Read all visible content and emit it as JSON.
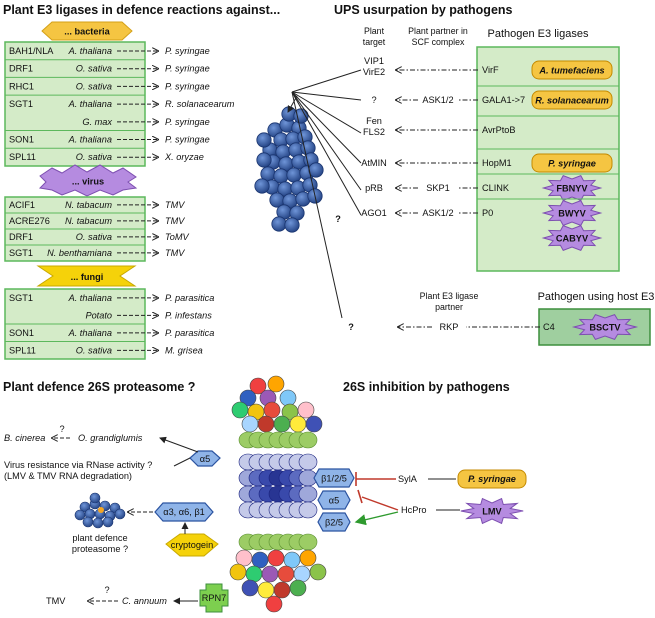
{
  "colors": {
    "green_box": "#d4ebc8",
    "green_border": "#5cb85c",
    "bacteria_fill": "#f5c542",
    "virus_fill": "#b58be0",
    "fungi_fill": "#f5d20a",
    "proteasome_blue": "#2b53a0",
    "inhibit_red": "#c0392b",
    "activate_green": "#2e9a2e"
  },
  "left_panel": {
    "title": "Plant E3 ligases in defence reactions against...",
    "bacteria_label": "... bacteria",
    "virus_label": "... virus",
    "fungi_label": "... fungi",
    "bacteria_rows": [
      {
        "ligase": "BAH1/NLA",
        "plant": "A. thaliana",
        "pathogen": "P. syringae"
      },
      {
        "ligase": "DRF1",
        "plant": "O. sativa",
        "pathogen": "P. syringae"
      },
      {
        "ligase": "RHC1",
        "plant": "O. sativa",
        "pathogen": "P. syringae"
      },
      {
        "ligase": "SGT1",
        "plant": "A. thaliana",
        "pathogen": "R. solanacearum"
      },
      {
        "ligase": "",
        "plant": "G. max",
        "pathogen": "P. syringae"
      },
      {
        "ligase": "SON1",
        "plant": "A. thaliana",
        "pathogen": "P. syringae"
      },
      {
        "ligase": "SPL11",
        "plant": "O. sativa",
        "pathogen": "X. oryzae"
      }
    ],
    "virus_rows": [
      {
        "ligase": "ACIF1",
        "plant": "N. tabacum",
        "pathogen": "TMV"
      },
      {
        "ligase": "ACRE276",
        "plant": "N. tabacum",
        "pathogen": "TMV"
      },
      {
        "ligase": "DRF1",
        "plant": "O. sativa",
        "pathogen": "ToMV"
      },
      {
        "ligase": "SGT1",
        "plant": "N. benthamiana",
        "pathogen": "TMV"
      }
    ],
    "fungi_rows": [
      {
        "ligase": "SGT1",
        "plant": "A. thaliana",
        "pathogen": "P. parasitica"
      },
      {
        "ligase": "",
        "plant": "Potato",
        "pathogen": "P. infestans"
      },
      {
        "ligase": "SON1",
        "plant": "A. thaliana",
        "pathogen": "P. parasitica"
      },
      {
        "ligase": "SPL11",
        "plant": "O. sativa",
        "pathogen": "M. grisea"
      }
    ]
  },
  "right_panel": {
    "title": "UPS usurpation by pathogens",
    "col_plant_target": [
      "Plant",
      "target"
    ],
    "col_scf": [
      "Plant partner in",
      "SCF complex"
    ],
    "col_pathogen_e3": "Pathogen E3 ligases",
    "rows": [
      {
        "target": [
          "VIP1",
          "VirE2"
        ],
        "partner": "",
        "e3": "VirF",
        "pathogen": "A. tumefaciens"
      },
      {
        "target": [
          "?"
        ],
        "partner": "ASK1/2",
        "e3": "GALA1->7",
        "pathogen": "R. solanacearum"
      },
      {
        "target": [
          "Fen",
          "FLS2"
        ],
        "partner": "",
        "e3": "AvrPtoB",
        "pathogen": ""
      },
      {
        "target": [
          "AtMIN"
        ],
        "partner": "",
        "e3": "HopM1",
        "pathogen": "P. syringae"
      },
      {
        "target": [
          "pRB"
        ],
        "partner": "SKP1",
        "e3": "CLINK",
        "pathogen": "FBNYV"
      },
      {
        "target": [
          "AGO1"
        ],
        "partner": "ASK1/2",
        "e3": "P0",
        "pathogen": "BWYV"
      },
      {
        "target": [
          ""
        ],
        "partner": "",
        "e3": "",
        "pathogen": "CABYV"
      }
    ],
    "question_mark": "?",
    "host_e3_partner": [
      "Plant E3 ligase",
      "partner"
    ],
    "host_e3_title": "Pathogen using host E3",
    "host_e3_row": {
      "target": "?",
      "partner": "RKP",
      "e3": "C4",
      "pathogen": "BSCTV"
    }
  },
  "bottom_left": {
    "title": "Plant defence 26S proteasome ?",
    "bcinerea": "B. cinerea",
    "ograndiglumis": "O. grandiglumis",
    "q1": "?",
    "alpha5": "α5",
    "virus_resistance": "Virus resistance via RNase activity ?",
    "virus_resistance_sub": "(LMV & TMV RNA degradation)",
    "subunits": "α3, α6, β1",
    "plant_defence": [
      "plant defence",
      "proteasome ?"
    ],
    "cryptogein": "cryptogein",
    "tmv": "TMV",
    "q2": "?",
    "cannuum": "C. annuum",
    "rpn7": "RPN7"
  },
  "bottom_right": {
    "title": "26S inhibition by pathogens",
    "b125": "β1/2/5",
    "a5": "α5",
    "b25": "β2/5",
    "syla": "SylA",
    "hcpro": "HcPro",
    "psyringae": "P. syringae",
    "lmv": "LMV"
  }
}
